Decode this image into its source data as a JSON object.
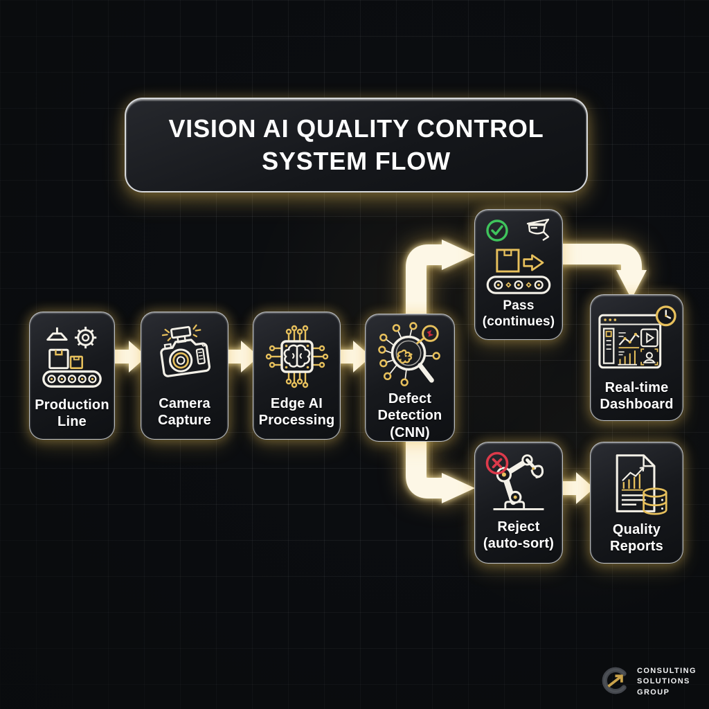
{
  "title": {
    "text": "VISION AI QUALITY CONTROL\nSYSTEM FLOW"
  },
  "nodes": {
    "production": {
      "label": "Production\nLine",
      "icon": "factory-conveyor-icon"
    },
    "camera": {
      "label": "Camera\nCapture",
      "icon": "camera-icon"
    },
    "edge_ai": {
      "label": "Edge AI\nProcessing",
      "icon": "ai-chip-brain-icon"
    },
    "defect": {
      "label": "Defect\nDetection\n(CNN)",
      "icon": "magnifier-defect-icon"
    },
    "pass": {
      "label": "Pass\n(continues)",
      "icon": "pass-conveyor-icon",
      "badge_icon": "check-circle-icon",
      "secondary_icon": "inspector-head-icon"
    },
    "dashboard": {
      "label": "Real-time\nDashboard",
      "icon": "dashboard-icon",
      "badge_icon": "clock-icon"
    },
    "reject": {
      "label": "Reject\n(auto-sort)",
      "icon": "robot-arm-icon",
      "badge_icon": "x-circle-icon"
    },
    "reports": {
      "label": "Quality\nReports",
      "icon": "report-database-icon"
    }
  },
  "flow": {
    "edges": [
      "production -> camera",
      "camera -> edge_ai",
      "edge_ai -> defect",
      "defect -> pass",
      "defect -> reject",
      "pass -> dashboard",
      "reject -> reports"
    ]
  },
  "colors": {
    "background": "#0b0d10",
    "node_fill": "#17191d",
    "gold": "#e7c05c",
    "arrow_white": "#fdf7e6",
    "pass_green": "#3fc45c",
    "reject_red": "#dd3a4b",
    "text": "#ffffff"
  },
  "footer": {
    "brand": "CONSULTING\nSOLUTIONS\nGROUP",
    "logo_icon": "g-arrow-logo"
  }
}
